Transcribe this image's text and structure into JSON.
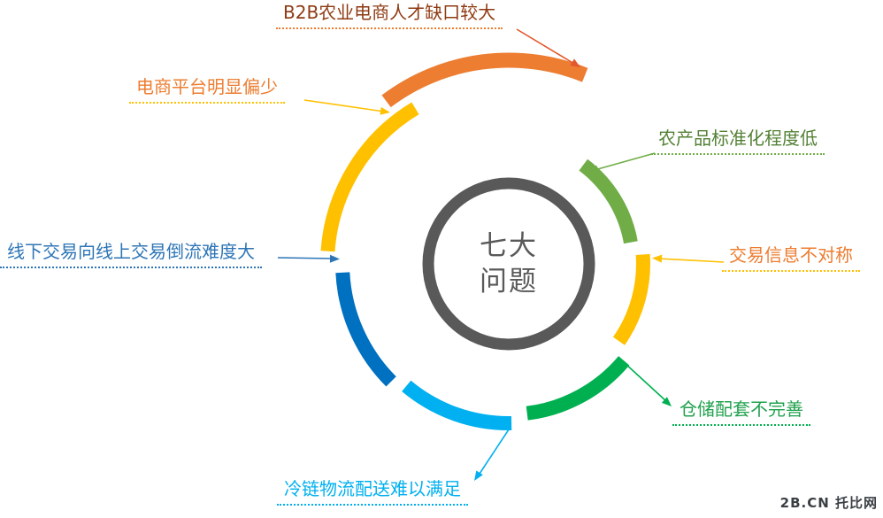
{
  "title": "七大问题",
  "center": {
    "title": "七大\n问题",
    "ring_color": "#595959",
    "text_color": "#595959"
  },
  "watermark": {
    "text": "2B.CN 托比网",
    "color": "#3A3F44"
  },
  "arcs": [
    {
      "name": "talent",
      "color": "#ED7D31"
    },
    {
      "name": "platform",
      "color": "#FFC000"
    },
    {
      "name": "offline",
      "color": "#0070C0"
    },
    {
      "name": "coldchain",
      "color": "#00B0F0"
    },
    {
      "name": "warehouse",
      "color": "#00B050"
    },
    {
      "name": "info",
      "color": "#FFC000"
    },
    {
      "name": "standard",
      "color": "#70AD47"
    }
  ],
  "labels": {
    "talent": {
      "text": "B2B农业电商人才缺口较大",
      "text_color": "#8F3B13",
      "line_color": "#ED7D31",
      "arrow_color": "#E2572B"
    },
    "platform": {
      "text": "电商平台明显偏少",
      "text_color": "#ED7D31",
      "line_color": "#FFC000",
      "arrow_color": "#FFC000"
    },
    "standard": {
      "text": "农产品标准化程度低",
      "text_color": "#538135",
      "line_color": "#70AD47",
      "arrow_color": "#70AD47"
    },
    "info": {
      "text": "交易信息不对称",
      "text_color": "#ED7D31",
      "line_color": "#FFC000",
      "arrow_color": "#FFC000"
    },
    "warehouse": {
      "text": "仓储配套不完善",
      "text_color": "#21A14E",
      "line_color": "#00B050",
      "arrow_color": "#00B050"
    },
    "coldchain": {
      "text": "冷链物流配送难以满足",
      "text_color": "#00B0F0",
      "line_color": "#00B0F0",
      "arrow_color": "#00B0F0"
    },
    "offline": {
      "text": "线下交易向线上交易倒流难度大",
      "text_color": "#2E75B6",
      "line_color": "#2E75B6",
      "arrow_color": "#2E75B6"
    }
  }
}
